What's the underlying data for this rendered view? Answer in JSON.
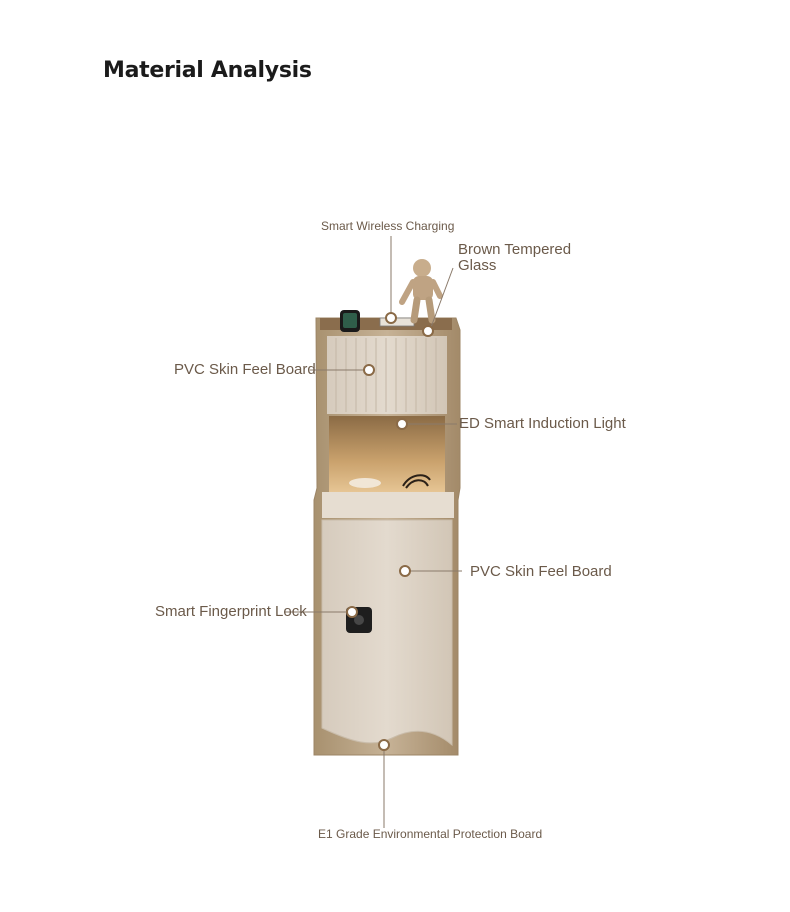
{
  "title": "Material Analysis",
  "labels": {
    "wireless_charging": "Smart Wireless Charging",
    "tempered_glass_line1": "Brown Tempered",
    "tempered_glass_line2": "Glass",
    "pvc_top": "PVC Skin Feel Board",
    "induction_light": "ED Smart Induction Light",
    "pvc_door": "PVC Skin Feel Board",
    "fingerprint_lock": "Smart Fingerprint Lock",
    "e1_board": "E1 Grade Environmental Protection Board"
  },
  "colors": {
    "frame": "#b7a288",
    "panel": "#ddd3c6",
    "shelf_glow": "#d9b889",
    "label_text": "#6b5a4a",
    "leader": "#8a7a6a"
  },
  "icons": {
    "astronaut": "astronaut-figurine-icon",
    "watch": "smartwatch-icon",
    "lock": "fingerprint-lock-icon"
  }
}
